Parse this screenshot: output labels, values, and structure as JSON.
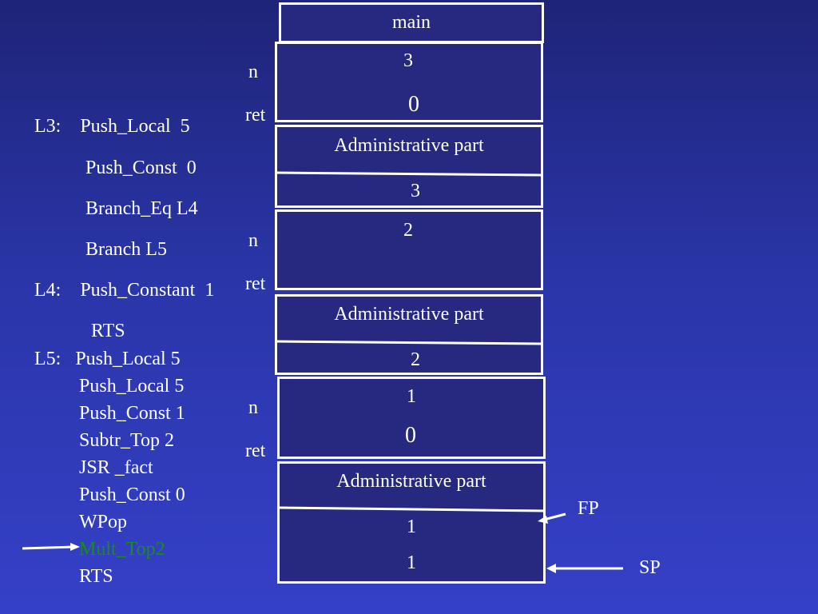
{
  "code": {
    "lines": [
      "L3:    Push_Local  5",
      "Push_Const  0",
      "Branch_Eq L4",
      "Branch L5",
      "L4:    Push_Constant  1",
      "RTS",
      "L5:   Push_Local 5",
      "Push_Local 5",
      "Push_Const 1",
      "Subtr_Top 2",
      "JSR _fact",
      "Push_Const 0",
      "WPop",
      "Mult_Top2",
      "RTS"
    ],
    "highlight_color": "#1a8c1a"
  },
  "stack": {
    "main_label": "main",
    "frames": [
      {
        "n_value": "3",
        "ret_value": "0",
        "admin_label": "Administrative part",
        "fp_value": "3"
      },
      {
        "n_value": "2",
        "ret_value": "",
        "admin_label": "Administrative part",
        "fp_value": "2"
      },
      {
        "n_value": "1",
        "ret_value": "0",
        "admin_label": "Administrative part",
        "fp_value": "1"
      }
    ],
    "top_value": "1",
    "side_labels": {
      "n": "n",
      "ret": "ret"
    }
  },
  "pointers": {
    "fp": "FP",
    "sp": "SP"
  }
}
